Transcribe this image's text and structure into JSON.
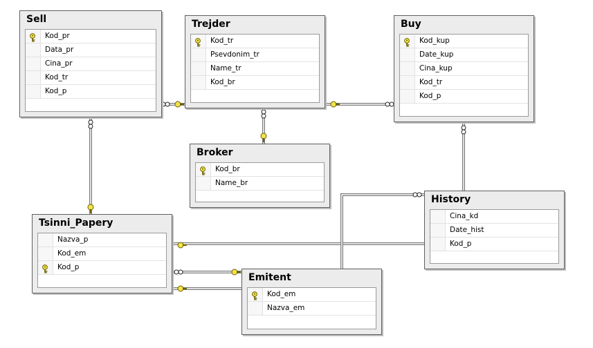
{
  "tables": [
    {
      "id": "sell",
      "title": "Sell",
      "columns": [
        {
          "name": "Kod_pr",
          "pk": true
        },
        {
          "name": "Data_pr",
          "pk": false
        },
        {
          "name": "Cina_pr",
          "pk": false
        },
        {
          "name": "Kod_tr",
          "pk": false
        },
        {
          "name": "Kod_p",
          "pk": false
        }
      ]
    },
    {
      "id": "trejder",
      "title": "Trejder",
      "columns": [
        {
          "name": "Kod_tr",
          "pk": true
        },
        {
          "name": "Psevdonim_tr",
          "pk": false
        },
        {
          "name": "Name_tr",
          "pk": false
        },
        {
          "name": "Kod_br",
          "pk": false
        }
      ]
    },
    {
      "id": "buy",
      "title": "Buy",
      "columns": [
        {
          "name": "Kod_kup",
          "pk": true
        },
        {
          "name": "Date_kup",
          "pk": false
        },
        {
          "name": "Cina_kup",
          "pk": false
        },
        {
          "name": "Kod_tr",
          "pk": false
        },
        {
          "name": "Kod_p",
          "pk": false
        }
      ]
    },
    {
      "id": "broker",
      "title": "Broker",
      "columns": [
        {
          "name": "Kod_br",
          "pk": true
        },
        {
          "name": "Name_br",
          "pk": false
        }
      ]
    },
    {
      "id": "tsinni_papery",
      "title": "Tsinni_Papery",
      "columns": [
        {
          "name": "Nazva_p",
          "pk": false
        },
        {
          "name": "Kod_em",
          "pk": false
        },
        {
          "name": "Kod_p",
          "pk": true
        }
      ]
    },
    {
      "id": "history",
      "title": "History",
      "columns": [
        {
          "name": "Cina_kd",
          "pk": false
        },
        {
          "name": "Date_hist",
          "pk": false
        },
        {
          "name": "Kod_p",
          "pk": false
        }
      ]
    },
    {
      "id": "emitent",
      "title": "Emitent",
      "columns": [
        {
          "name": "Kod_em",
          "pk": true
        },
        {
          "name": "Nazva_em",
          "pk": false
        }
      ]
    }
  ],
  "relationships": [
    {
      "many": "sell",
      "one": "trejder"
    },
    {
      "many": "buy",
      "one": "trejder"
    },
    {
      "many": "trejder",
      "one": "broker"
    },
    {
      "many": "sell",
      "one": "tsinni_papery"
    },
    {
      "many": "buy",
      "one": "history"
    },
    {
      "many": "history",
      "one": "tsinni_papery"
    },
    {
      "many": "tsinni_papery",
      "one": "emitent"
    },
    {
      "many": "emitent",
      "one": "tsinni_papery"
    }
  ]
}
